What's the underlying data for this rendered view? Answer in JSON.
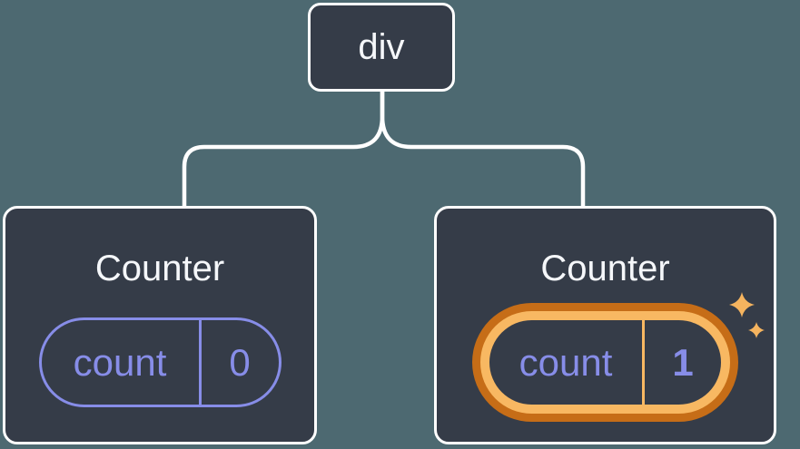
{
  "canvas": {
    "bg": "#4D6971"
  },
  "colors": {
    "node_fill": "#353C48",
    "node_border": "#FFFFFF",
    "connector_line": "#FFFFFF",
    "text_light": "#F5F7FA",
    "state_accent": "#878DE8",
    "highlight_dark_orange": "#C66D17",
    "highlight_light_orange": "#F8B862",
    "sparkle": "#F5B45F"
  },
  "root_node": {
    "label": "div"
  },
  "children": [
    {
      "title": "Counter",
      "state_key": "count",
      "state_value": "0",
      "highlighted": false
    },
    {
      "title": "Counter",
      "state_key": "count",
      "state_value": "1",
      "highlighted": true
    }
  ]
}
